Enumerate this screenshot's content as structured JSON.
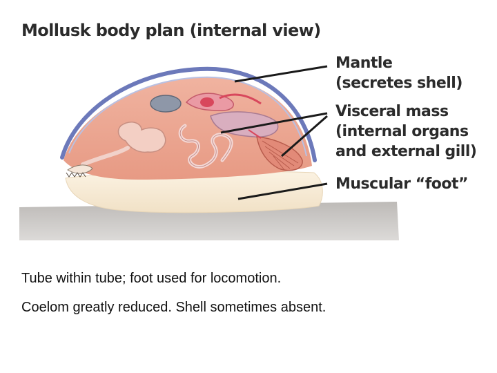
{
  "title": "Mollusk body plan (internal view)",
  "labels": {
    "mantle": [
      "Mantle",
      "(secretes shell)"
    ],
    "visceral": [
      "Visceral mass",
      "(internal organs",
      "and external gill)"
    ],
    "foot": [
      "Muscular “foot”"
    ]
  },
  "captions": [
    "Tube within tube; foot used for locomotion.",
    "Coelom greatly reduced.  Shell sometimes absent."
  ],
  "colors": {
    "shell": "#7a86c4",
    "body": "#e8a28c",
    "foot": "#f8ecd8",
    "ground": "#c9c6c3",
    "organs": "#d8556a",
    "leader_lines": "#1a1a1a"
  }
}
